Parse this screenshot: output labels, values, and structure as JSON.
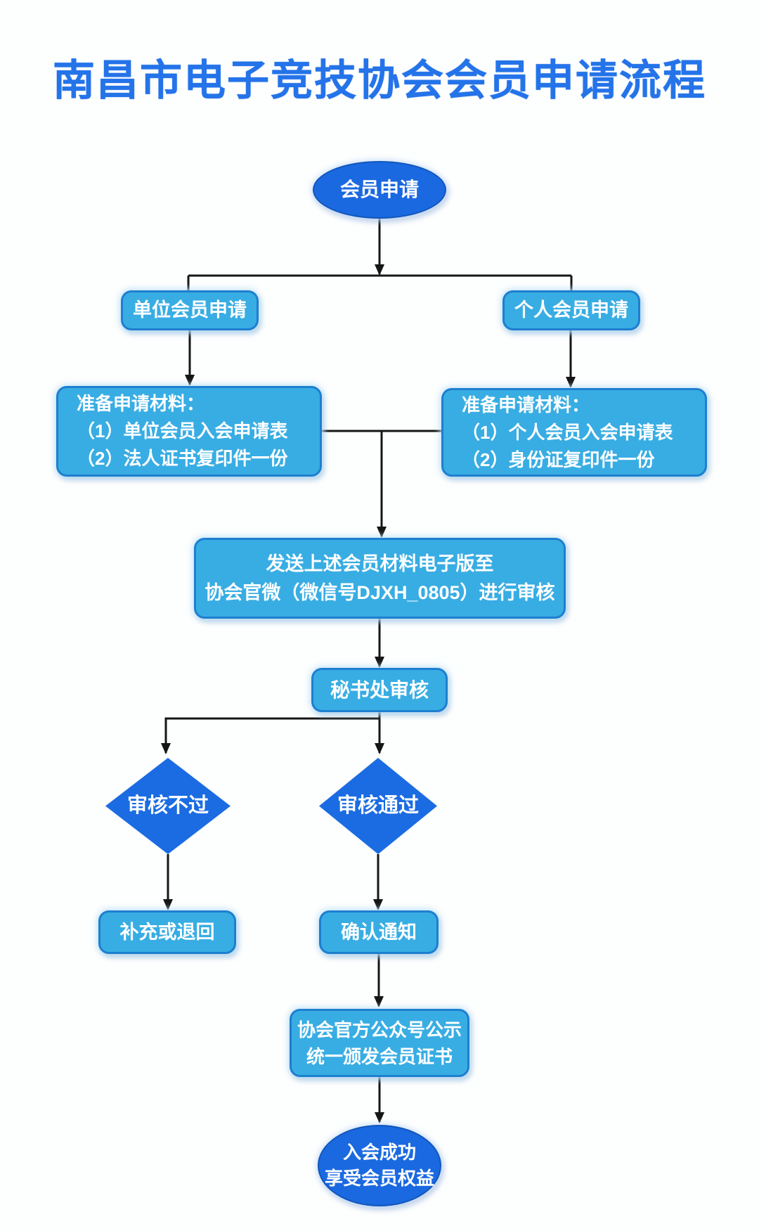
{
  "title": "南昌市电子竞技协会会员申请流程",
  "colors": {
    "title_blue": "#2473e9",
    "node_dark_blue": "#1a69e0",
    "node_light_blue": "#38ade3",
    "node_border_blue": "#1e7fd0",
    "connector_black": "#151515",
    "text_white": "#ffffff"
  },
  "flow": {
    "start": "会员申请",
    "branch_unit": "单位会员申请",
    "branch_personal": "个人会员申请",
    "materials_unit": {
      "heading": "准备申请材料：",
      "item1": "（1）单位会员入会申请表",
      "item2": "（2）法人证书复印件一份"
    },
    "materials_personal": {
      "heading": "准备申请材料：",
      "item1": "（1）个人会员入会申请表",
      "item2": "（2）身份证复印件一份"
    },
    "send": {
      "line1": "发送上述会员材料电子版至",
      "line2": "协会官微（微信号DJXH_0805）进行审核"
    },
    "secretariat": "秘书处审核",
    "decision_fail": "审核不过",
    "decision_pass": "审核通过",
    "fail_action": "补充或退回",
    "pass_action": "确认通知",
    "announce": {
      "line1": "协会官方公众号公示",
      "line2": "统一颁发会员证书"
    },
    "end": {
      "line1": "入会成功",
      "line2": "享受会员权益"
    }
  }
}
